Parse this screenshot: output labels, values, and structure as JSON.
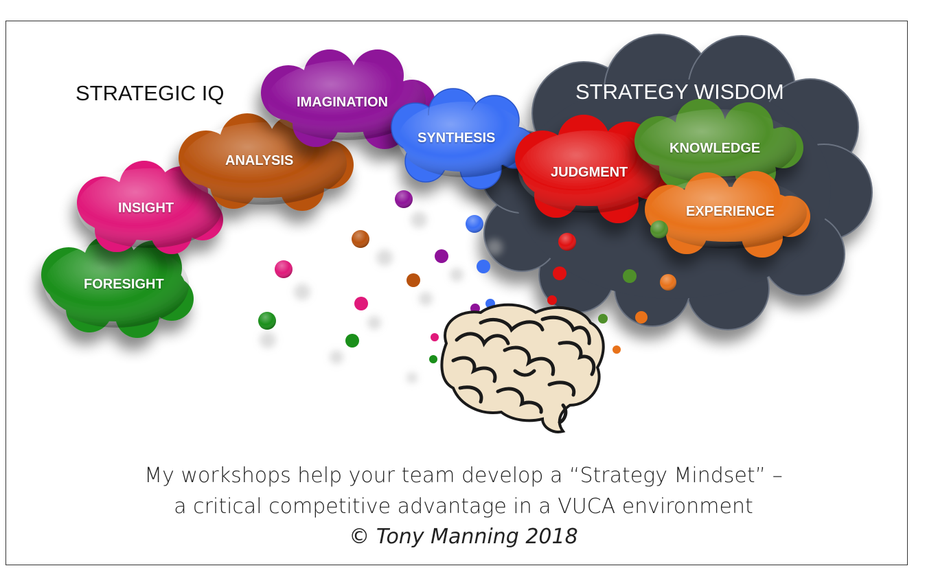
{
  "headings": {
    "strategic_iq": "STRATEGIC IQ",
    "strategy_wisdom": "STRATEGY WISDOM"
  },
  "clouds": [
    {
      "key": "foresight",
      "label": "FORESIGHT",
      "color": "#1a8f1a"
    },
    {
      "key": "insight",
      "label": "INSIGHT",
      "color": "#e0197a"
    },
    {
      "key": "analysis",
      "label": "ANALYSIS",
      "color": "#b8520e"
    },
    {
      "key": "imagination",
      "label": "IMAGINATION",
      "color": "#8e1299"
    },
    {
      "key": "synthesis",
      "label": "SYNTHESIS",
      "color": "#3a6ff5"
    },
    {
      "key": "judgment",
      "label": "JUDGMENT",
      "color": "#e01010"
    },
    {
      "key": "knowledge",
      "label": "KNOWLEDGE",
      "color": "#4f8f2a"
    },
    {
      "key": "experience",
      "label": "EXPERIENCE",
      "color": "#e8721a"
    }
  ],
  "big_cloud_color": "#3a4250",
  "caption": {
    "line1": "My workshops help your team develop a “Strategy Mindset” –",
    "line2": "a critical competitive advantage in a VUCA environment",
    "line3": "© Tony Manning 2018"
  }
}
